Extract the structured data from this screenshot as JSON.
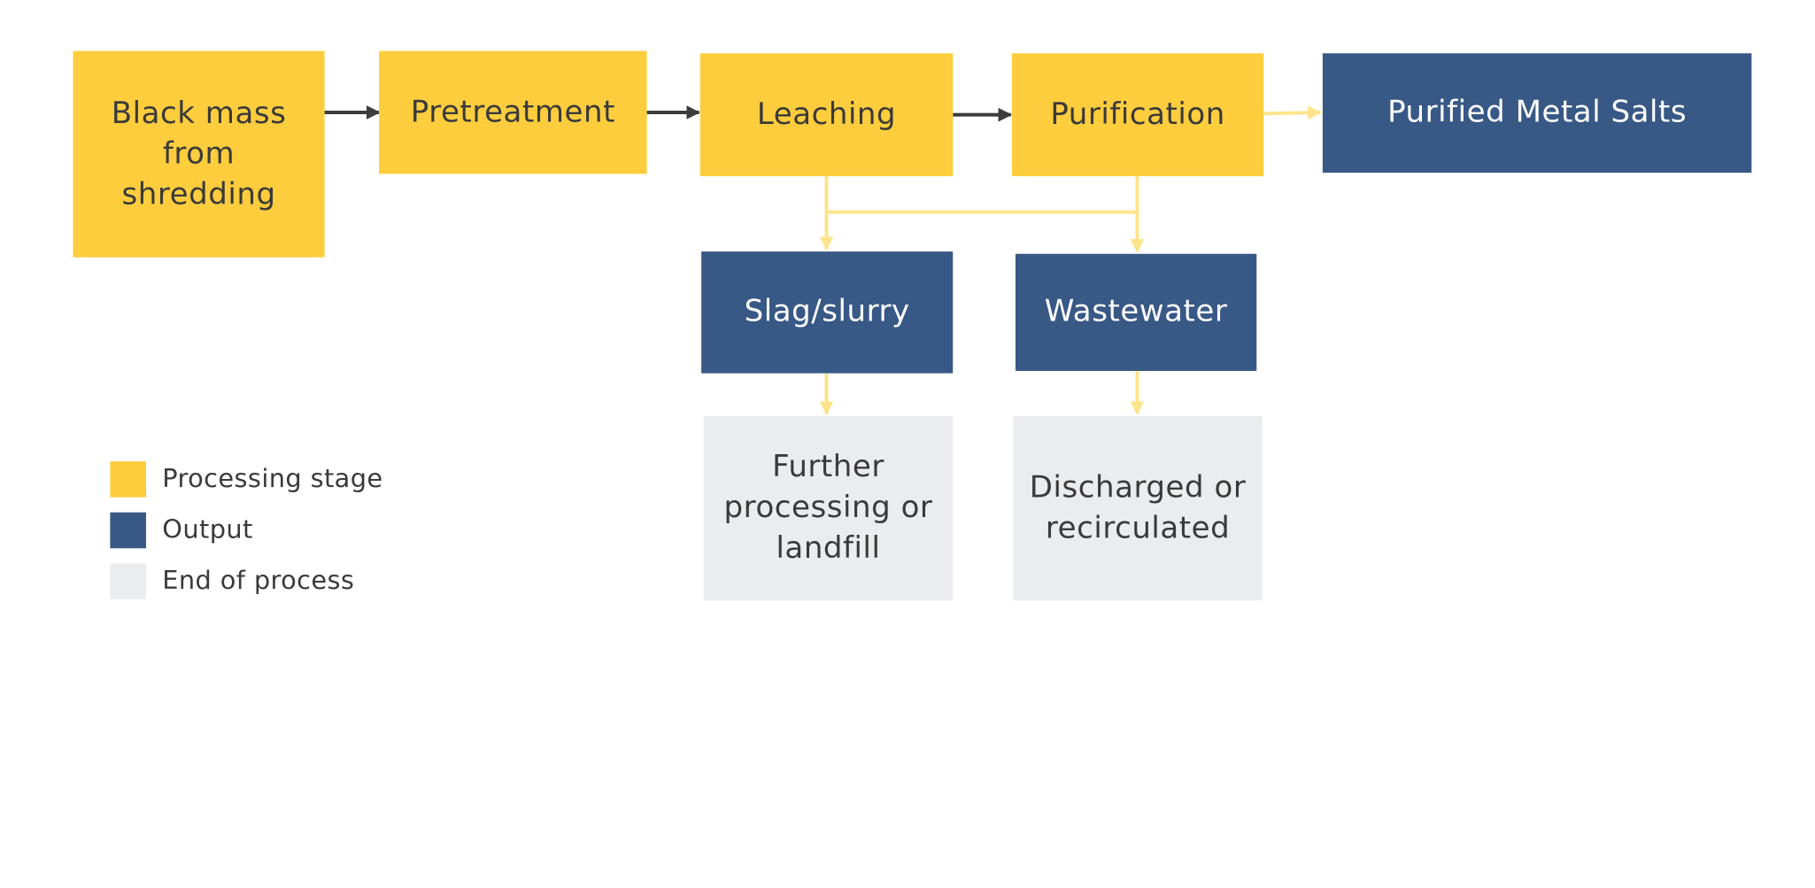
{
  "colors": {
    "processing": "#fecd3d",
    "output": "#385886",
    "end": "#ebecee",
    "arrow_dark": "#3c3c3c",
    "arrow_light": "#fde48a"
  },
  "nodes": {
    "black_mass": "Black mass from shredding",
    "pretreatment": "Pretreatment",
    "leaching": "Leaching",
    "purification": "Purification",
    "purified_salts": "Purified Metal Salts",
    "slag": "Slag/slurry",
    "wastewater": "Wastewater",
    "further": "Further processing or landfill",
    "discharged": "Discharged or recirculated"
  },
  "legend": {
    "processing": "Processing stage",
    "output": "Output",
    "end": "End of process"
  }
}
